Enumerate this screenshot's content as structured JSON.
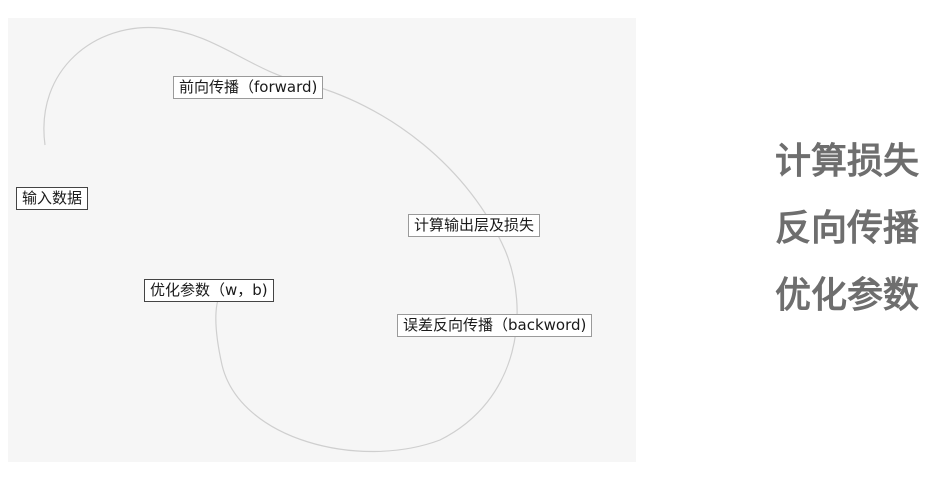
{
  "diagram": {
    "nodes": [
      {
        "id": "input",
        "label": "输入数据"
      },
      {
        "id": "forward",
        "label": "前向传播（forward)"
      },
      {
        "id": "loss",
        "label": "计算输出层及损失"
      },
      {
        "id": "backward",
        "label": "误差反向传播（backword)"
      },
      {
        "id": "optimize",
        "label": "优化参数（w，b)"
      }
    ]
  },
  "side_list": {
    "items": [
      "计算损失",
      "反向传播",
      "优化参数"
    ]
  },
  "colors": {
    "panel": "#f6f6f6",
    "loop_line": "#cfcfcf",
    "side_text": "#6e6e6e"
  }
}
